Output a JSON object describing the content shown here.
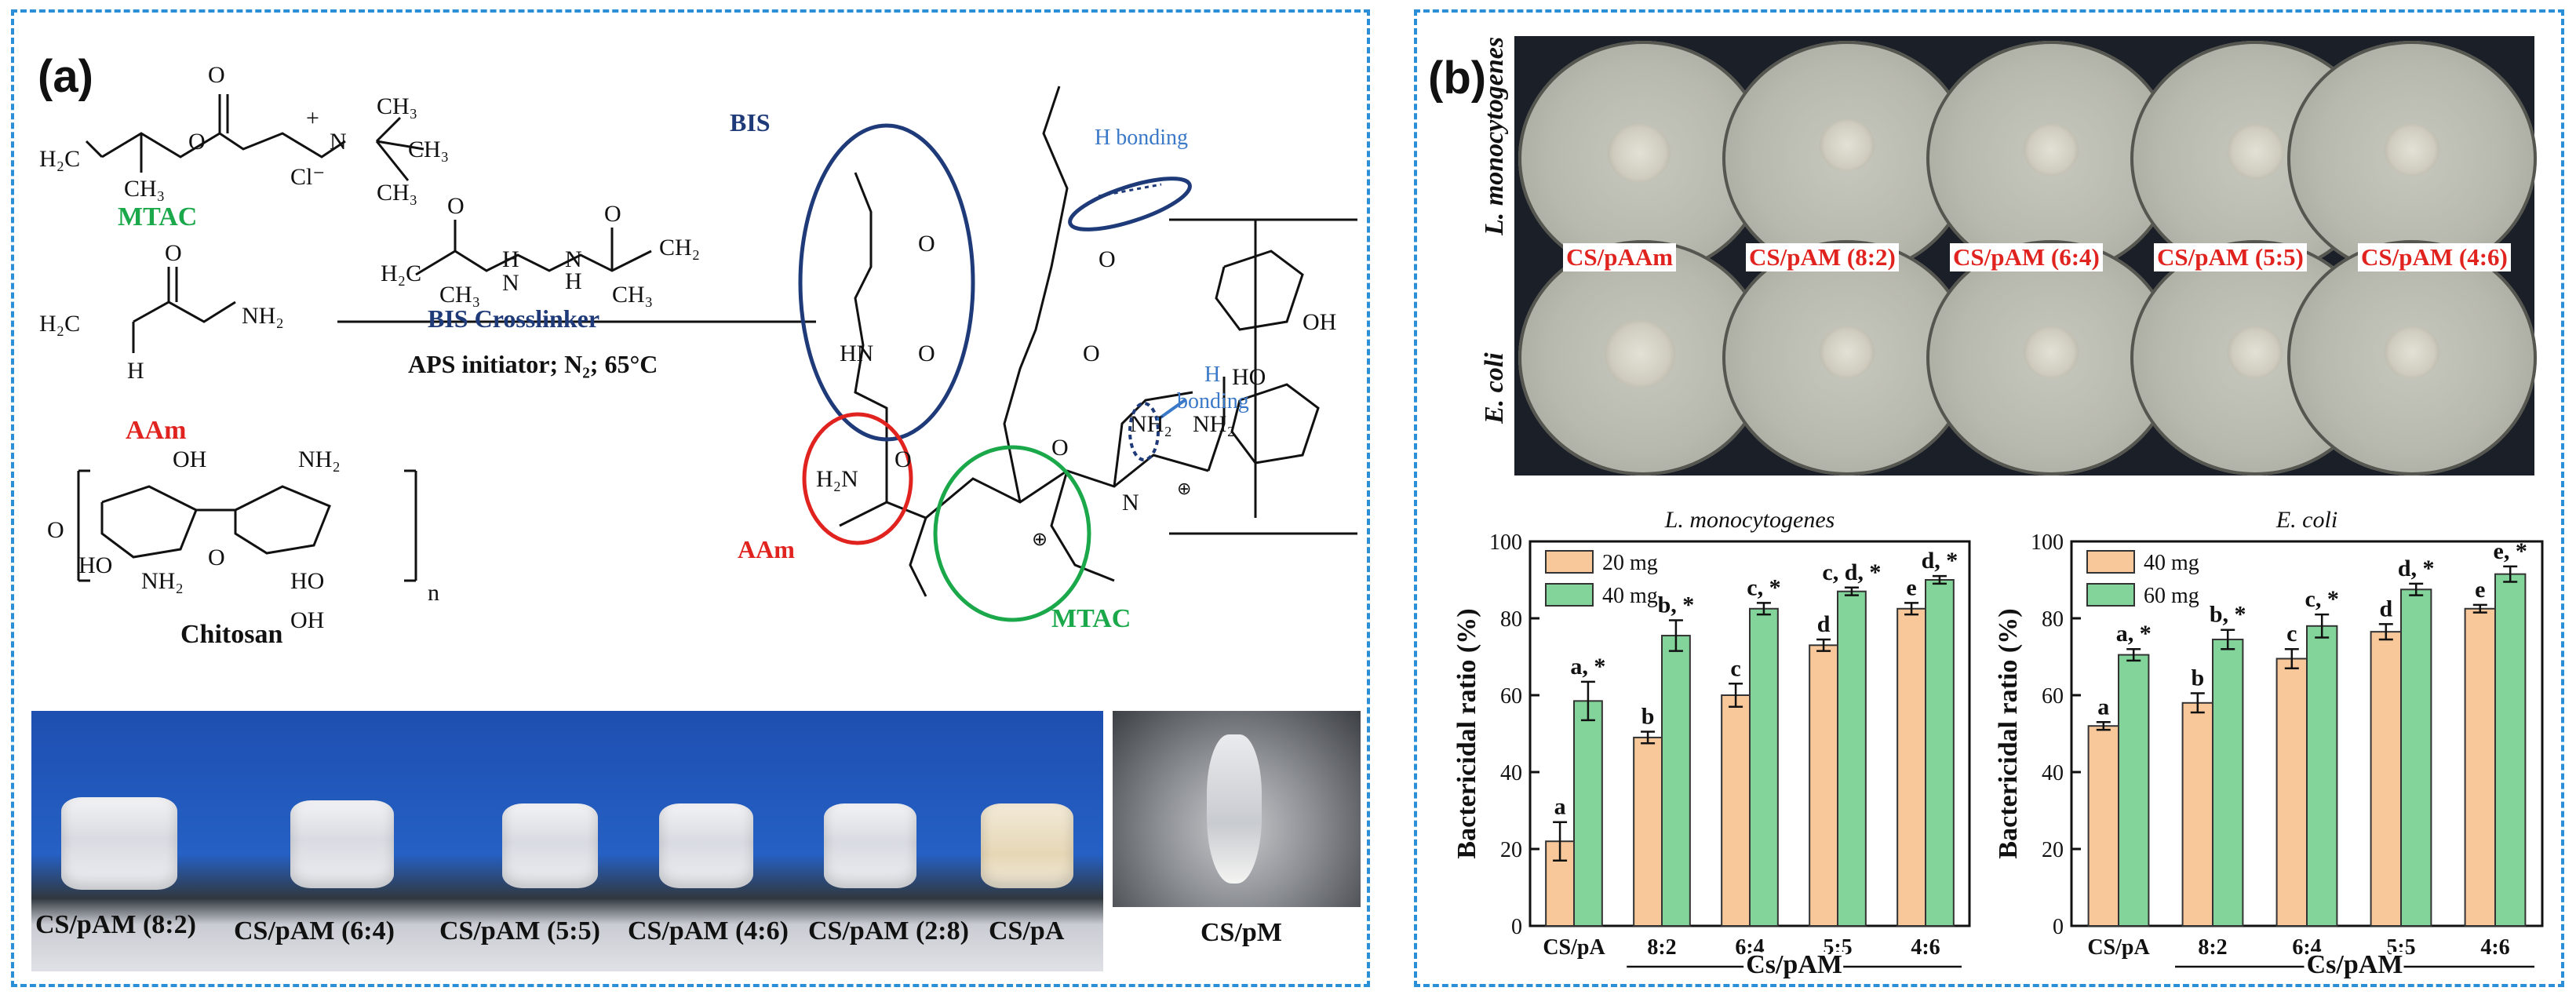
{
  "panel_a": {
    "label": "(a)",
    "monomers": {
      "mtac": "MTAC",
      "aam": "AAm",
      "bis_crosslinker": "BIS Crosslinker",
      "chitosan": "Chitosan",
      "conditions": "APS initiator; N₂; 65°C"
    },
    "network": {
      "bis": "BIS",
      "aam": "AAm",
      "mtac": "MTAC",
      "h_bonding_1": "H bonding",
      "h_bonding_2a": "H",
      "h_bonding_2b": "bonding"
    },
    "gel_labels": [
      "CS/pAM (8:2)",
      "CS/pAM (6:4)",
      "CS/pAM (5:5)",
      "CS/pAM (4:6)",
      "CS/pAM (2:8)",
      "CS/pA"
    ],
    "inset_label": "CS/pM"
  },
  "panel_b": {
    "label": "(b)",
    "row_labels": [
      "L. monocytogenes",
      "E. coli"
    ],
    "dish_labels": [
      "CS/pAAm",
      "CS/pAM (8:2)",
      "CS/pAM (6:4)",
      "CS/pAM (5:5)",
      "CS/pAM (4:6)"
    ]
  },
  "colors": {
    "panel_border": "#2a8fd6",
    "bar_low": "#f8c89a",
    "bar_high": "#82d49a",
    "mtac_label": "#1aa84a",
    "aam_label": "#e0231f",
    "bis_label": "#1f3a78",
    "bis_circle": "#1f3a78",
    "aam_circle": "#e0231f",
    "mtac_circle": "#1aa84a",
    "hbond_label": "#3a78c8",
    "dish_label": "#e0231f"
  },
  "chart_data": [
    {
      "type": "bar",
      "title": "L. monocytogenes",
      "ylabel": "Bactericidal ratio (%)",
      "xlabel": "Cs/pAM",
      "categories": [
        "CS/pA",
        "8:2",
        "6:4",
        "5:5",
        "4:6"
      ],
      "ylim": [
        0,
        100
      ],
      "yticks": [
        "0",
        "20",
        "40",
        "60",
        "80",
        "100"
      ],
      "legend_position": "top-left",
      "series": [
        {
          "name": "20 mg",
          "values": [
            22,
            49,
            60,
            73,
            82.5
          ],
          "errors": [
            5,
            1.5,
            3,
            1.5,
            1.5
          ],
          "annotations": [
            "a",
            "b",
            "c",
            "d",
            "e"
          ]
        },
        {
          "name": "40 mg",
          "values": [
            58.5,
            75.5,
            82.5,
            87,
            90
          ],
          "errors": [
            5,
            4,
            1.5,
            1,
            1
          ],
          "annotations": [
            "a, *",
            "b, *",
            "c, *",
            "c, d, *",
            "d, *"
          ]
        }
      ]
    },
    {
      "type": "bar",
      "title": "E. coli",
      "ylabel": "Bactericidal ratio (%)",
      "xlabel": "Cs/pAM",
      "categories": [
        "CS/pA",
        "8:2",
        "6:4",
        "5:5",
        "4:6"
      ],
      "ylim": [
        0,
        100
      ],
      "yticks": [
        "0",
        "20",
        "40",
        "60",
        "80",
        "100"
      ],
      "legend_position": "top-left",
      "series": [
        {
          "name": "40 mg",
          "values": [
            52,
            58,
            69.5,
            76.5,
            82.5
          ],
          "errors": [
            1,
            2.5,
            2.5,
            2,
            1
          ],
          "annotations": [
            "a",
            "b",
            "c",
            "d",
            "e"
          ]
        },
        {
          "name": "60 mg",
          "values": [
            70.5,
            74.5,
            78,
            87.5,
            91.5
          ],
          "errors": [
            1.5,
            2.5,
            3,
            1.5,
            2
          ],
          "annotations": [
            "a, *",
            "b, *",
            "c, *",
            "d, *",
            "e, *"
          ]
        }
      ]
    }
  ]
}
